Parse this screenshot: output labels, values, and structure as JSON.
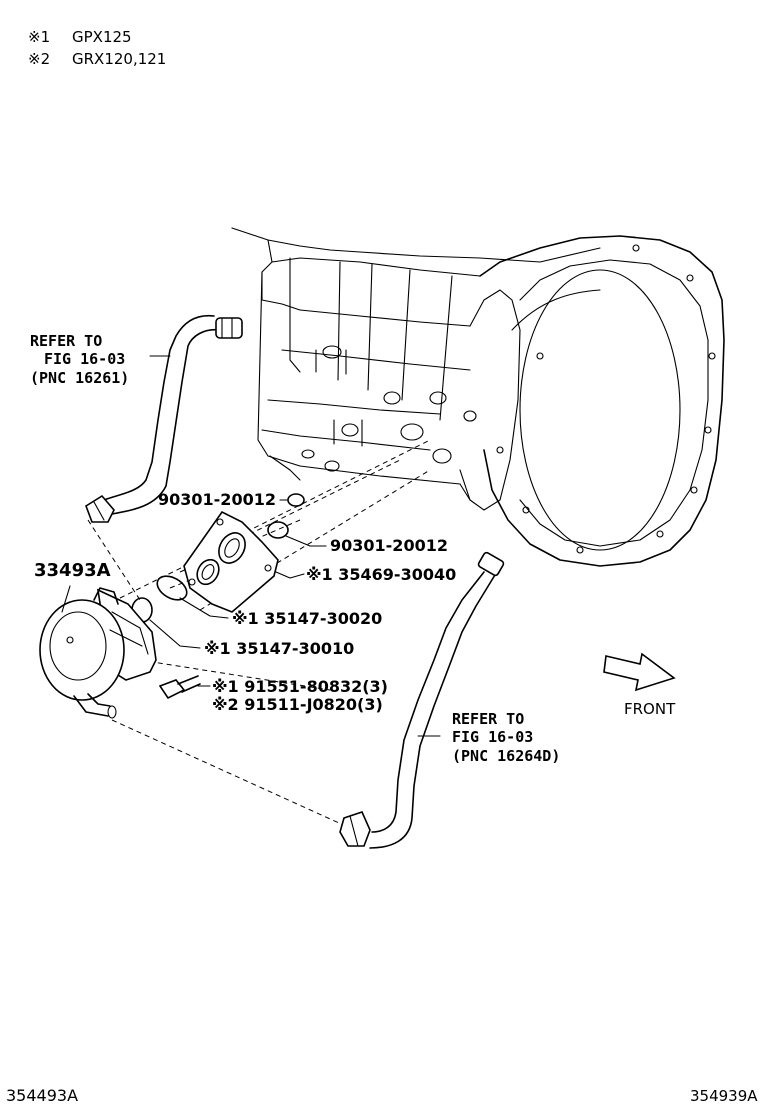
{
  "notes": [
    {
      "mark": "※1",
      "text": "GPX125"
    },
    {
      "mark": "※2",
      "text": "GRX120,121"
    }
  ],
  "refer_left": {
    "line1": "REFER TO",
    "line2": "FIG 16-03",
    "line3": "(PNC 16261)"
  },
  "refer_right": {
    "line1": "REFER TO",
    "line2": "FIG 16-03",
    "line3": "(PNC 16264D)"
  },
  "assembly_label": "33493A",
  "parts": {
    "oring_upper": "90301-20012",
    "oring_lower": "90301-20012",
    "plate": "※1 35469-30040",
    "gasket_1": "※1 35147-30020",
    "gasket_2": "※1 35147-30010",
    "bolt_1": "※1 91551-80832(3)",
    "bolt_2": "※2 91511-J0820(3)"
  },
  "front_label": "FRONT",
  "footer": {
    "left": "354493A",
    "right": "354939A"
  }
}
